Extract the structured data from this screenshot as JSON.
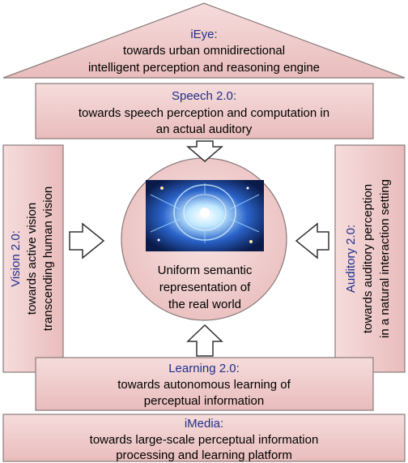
{
  "roof": {
    "title": "iEye:",
    "lines": [
      "towards urban omnidirectional",
      "intelligent perception and reasoning engine"
    ]
  },
  "speech": {
    "title": "Speech 2.0:",
    "lines": [
      "towards speech perception and computation in",
      "an actual auditory"
    ]
  },
  "vision": {
    "title": "Vision 2.0:",
    "lines": [
      "towards active vision",
      "transcending human vision"
    ]
  },
  "auditory": {
    "title": "Auditory 2.0:",
    "lines": [
      "towards auditory perception",
      "in a natural interaction setting"
    ]
  },
  "center": {
    "lines": [
      "Uniform semantic",
      "representation of",
      "the real world"
    ]
  },
  "learning": {
    "title": "Learning 2.0:",
    "lines": [
      "towards autonomous learning of",
      "perceptual information"
    ]
  },
  "foundation": {
    "title": "iMedia:",
    "lines": [
      "towards large-scale perceptual information",
      "processing and learning platform"
    ]
  },
  "colors": {
    "box_fill": "#f0cccc",
    "box_stroke": "#8a7a7a",
    "title_text": "#1f2f8a",
    "body_text": "#000000",
    "arrow_fill": "#ffffff",
    "arrow_stroke": "#333333"
  }
}
